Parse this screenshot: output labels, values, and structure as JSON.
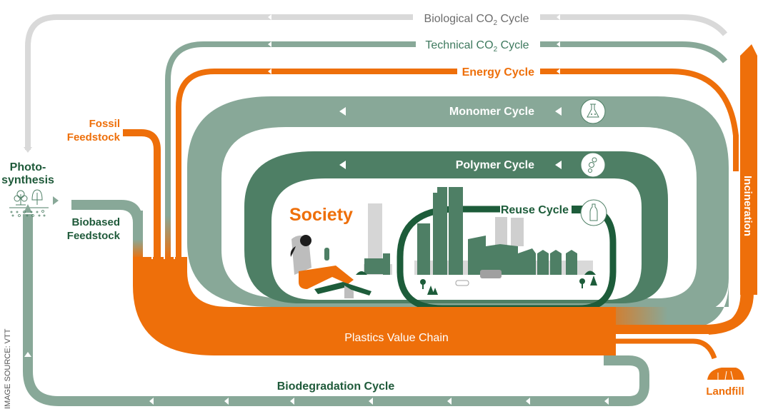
{
  "title": "Circular economy of plastics",
  "colors": {
    "orange": "#ee6f0a",
    "light_gray": "#d9d9d9",
    "sage": "#88a898",
    "green": "#4e7f65",
    "dark_green": "#1d5c3a",
    "text_gray": "#6d6d6d",
    "text_green": "#1f5a3a"
  },
  "cycles": {
    "biological_co2": {
      "label_main": "Biological CO",
      "label_sub": "2",
      "label_tail": " Cycle"
    },
    "technical_co2": {
      "label_main": "Technical CO",
      "label_sub": "2",
      "label_tail": " Cycle"
    },
    "energy": {
      "label": "Energy Cycle"
    },
    "monomer": {
      "label": "Monomer Cycle",
      "icon": "flask-recycle-icon"
    },
    "polymer": {
      "label": "Polymer Cycle",
      "icon": "gears-recycle-icon"
    },
    "reuse": {
      "label": "Reuse Cycle",
      "icon": "bottle-recycle-icon"
    },
    "biodegradation": {
      "label": "Biodegradation Cycle"
    }
  },
  "nodes": {
    "photosynthesis": {
      "line1": "Photo-",
      "line2": "synthesis"
    },
    "fossil_feedstock": {
      "line1": "Fossil",
      "line2": "Feedstock"
    },
    "biobased_feedstock": {
      "line1": "Biobased",
      "line2": "Feedstock"
    },
    "society": {
      "label": "Society"
    },
    "plastics_value_chain": {
      "label": "Plastics Value Chain"
    },
    "incineration": {
      "label": "Incineration"
    },
    "landfill": {
      "label": "Landfill"
    }
  },
  "credit": "IMAGE SOURCE: VTT"
}
